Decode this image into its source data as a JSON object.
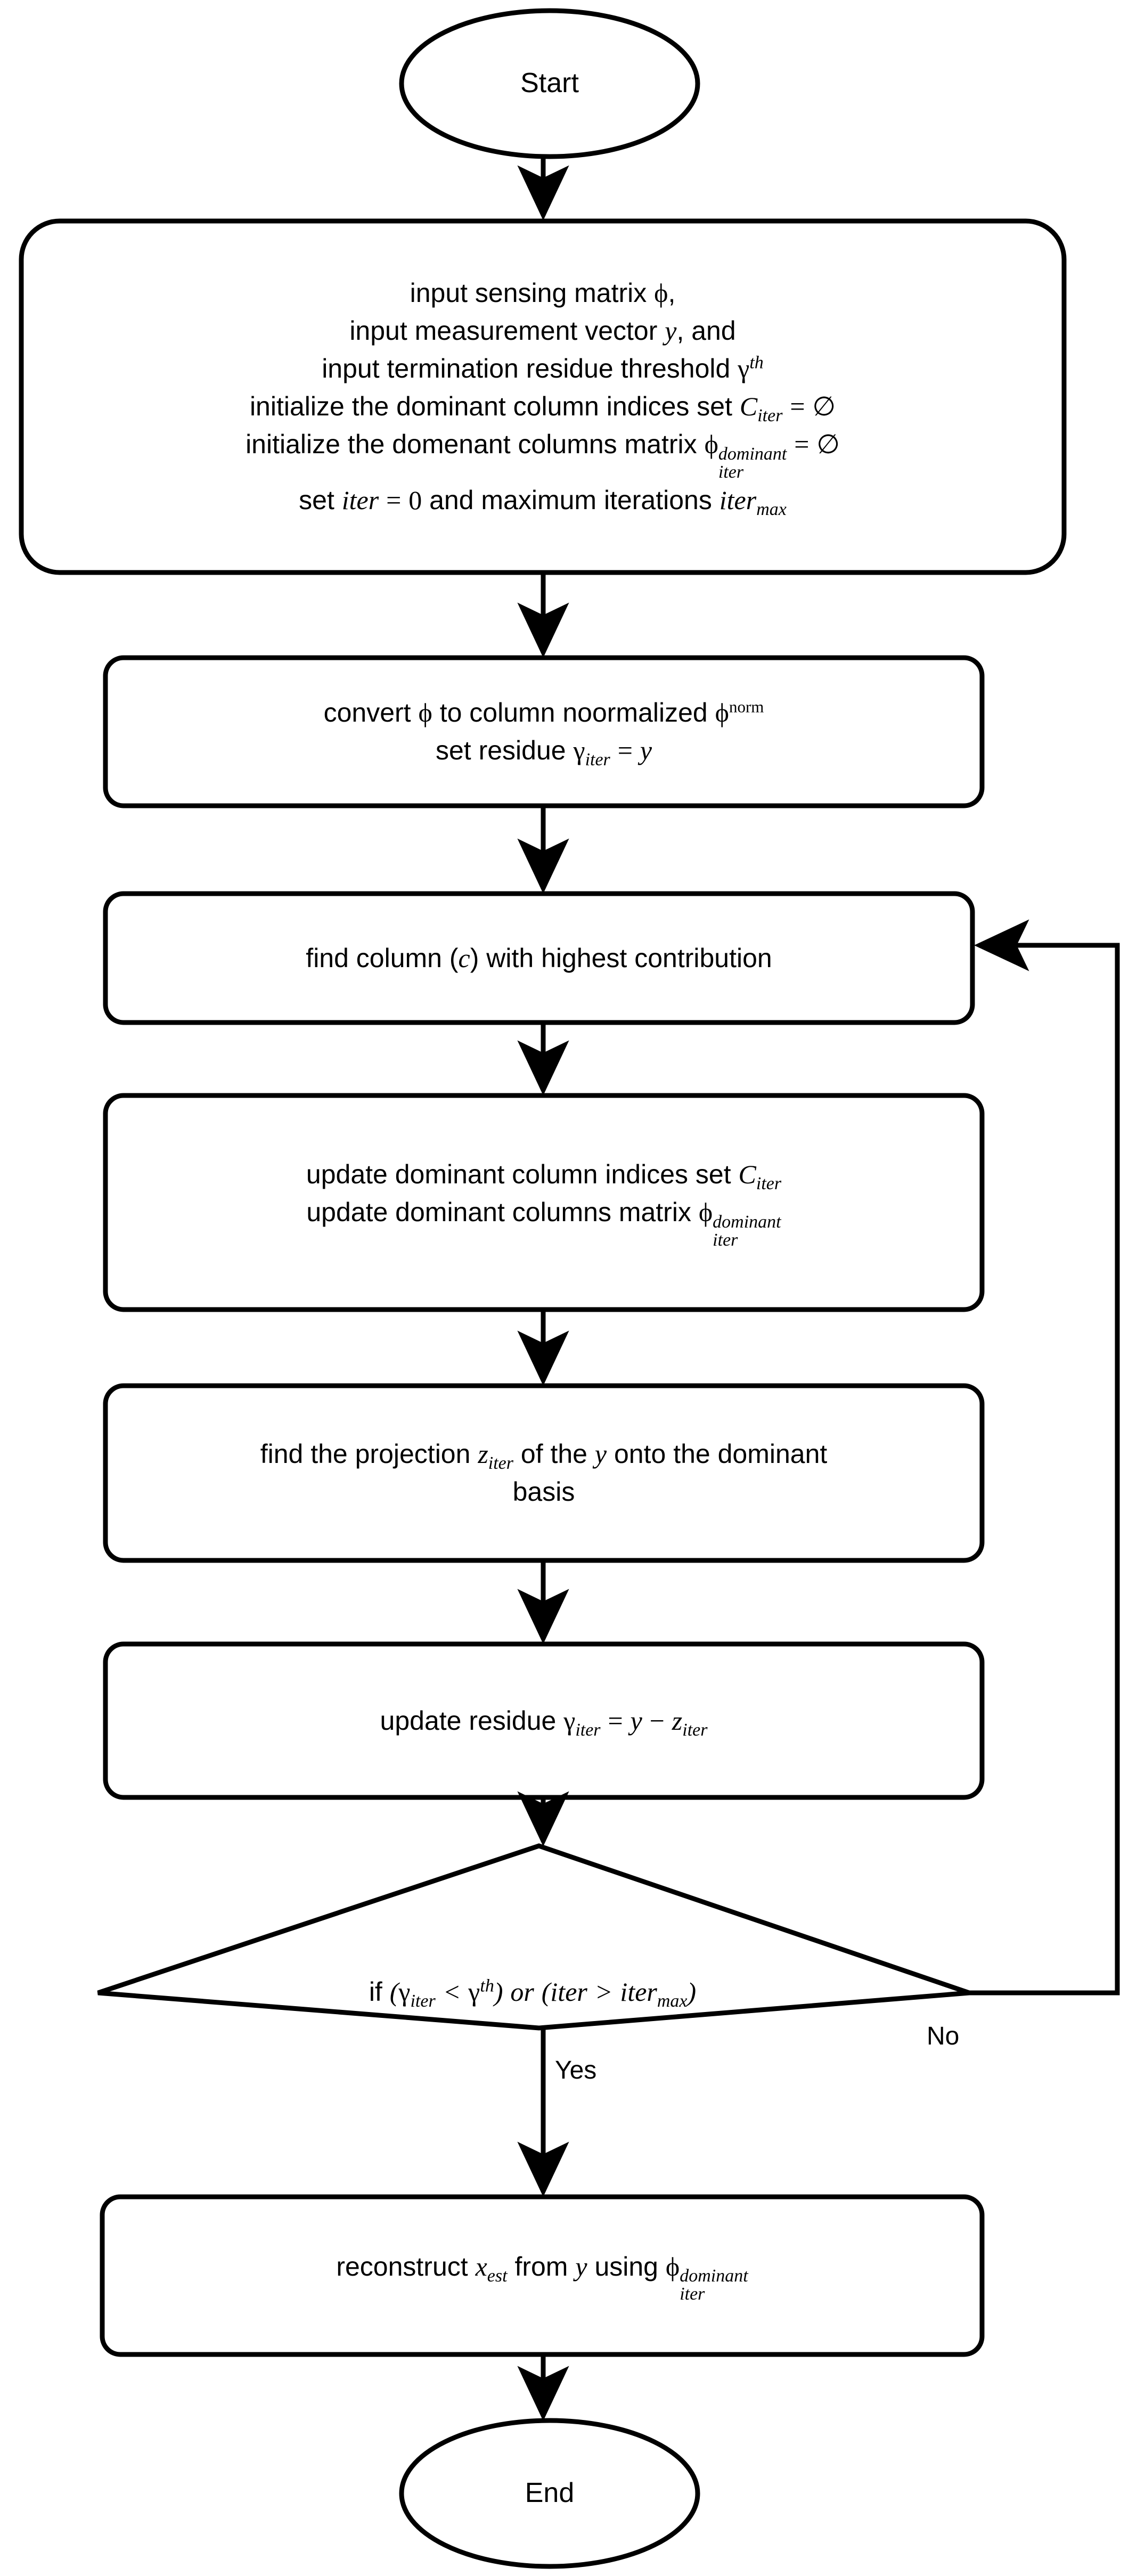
{
  "diagram": {
    "type": "flowchart",
    "title": "Orthogonal Matching Pursuit style sparse reconstruction flowchart",
    "line_color": "#000000",
    "fill_color": "#ffffff",
    "text_color": "#000000"
  },
  "nodes": {
    "start": {
      "shape": "ellipse",
      "label": "Start"
    },
    "init": {
      "shape": "rounded-rect",
      "lines": [
        "input sensing matrix ϕ,",
        "input measurement vector y, and",
        "input termination residue threshold γ^th",
        "initialize the dominant column indices set C_iter = ∅",
        "initialize the domenant columns matrix ϕ_iter^dominant = ∅",
        "set iter = 0 and maximum iterations iter_max"
      ]
    },
    "normalize": {
      "shape": "rounded-rect",
      "lines": [
        "convert ϕ to column noormalized ϕ^norm",
        "set residue γ_iter = y"
      ]
    },
    "find_column": {
      "shape": "rounded-rect",
      "lines": [
        "find column (c) with highest contribution"
      ]
    },
    "update_sets": {
      "shape": "rounded-rect",
      "lines": [
        "update dominant column indices set C_iter",
        "update dominant columns matrix ϕ_iter^dominant"
      ]
    },
    "projection": {
      "shape": "rounded-rect",
      "lines": [
        "find the projection z_iter of the y onto the dominant",
        "basis"
      ]
    },
    "update_residue": {
      "shape": "rounded-rect",
      "lines": [
        "update residue γ_iter = y − z_iter"
      ]
    },
    "decision": {
      "shape": "diamond",
      "lines": [
        "if (γ_iter < γ^th) or (iter > iter_max)"
      ]
    },
    "reconstruct": {
      "shape": "rounded-rect",
      "lines": [
        "reconstruct x_est from y using ϕ_iter^dominant"
      ]
    },
    "end": {
      "shape": "ellipse",
      "label": "End"
    }
  },
  "edges": {
    "decision_no": "No",
    "decision_yes": "Yes"
  },
  "symbols": {
    "phi": "ϕ",
    "gamma": "γ",
    "emptyset": "∅",
    "minus": "−",
    "lt": "<",
    "gt": ">",
    "eq": "=",
    "comma": ",",
    "lparen": "(",
    "rparen": ")"
  }
}
